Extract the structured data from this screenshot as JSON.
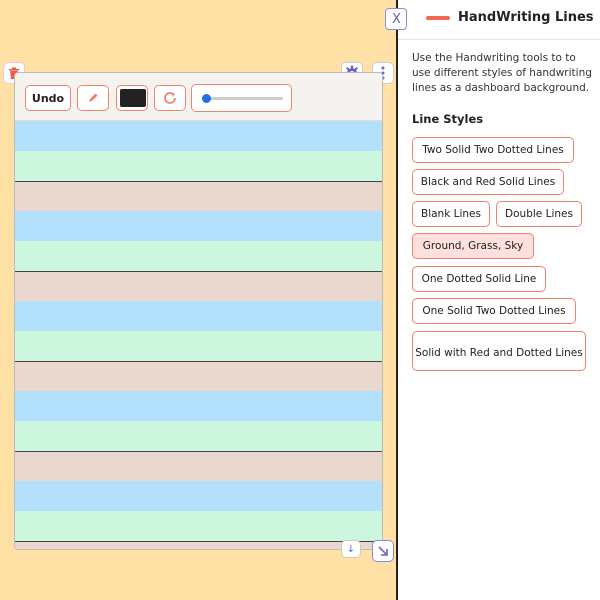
{
  "sidebar": {
    "close_label": "X",
    "title": "HandWriting Lines",
    "description": "Use the Handwriting tools to to use different styles of handwriting lines as a dashboard background.",
    "styles_heading": "Line Styles",
    "styles": [
      {
        "label": "Two Solid Two Dotted Lines",
        "active": false
      },
      {
        "label": "Black and Red Solid Lines",
        "active": false
      },
      {
        "label": "Blank Lines",
        "active": false
      },
      {
        "label": "Double Lines",
        "active": false
      },
      {
        "label": "Ground, Grass, Sky",
        "active": true
      },
      {
        "label": "One Dotted Solid Line",
        "active": false
      },
      {
        "label": "One Solid Two Dotted Lines",
        "active": false
      },
      {
        "label": "Solid with Red and Dotted Lines",
        "active": false
      }
    ]
  },
  "toolbar": {
    "undo_label": "Undo",
    "pen_color": "#222222",
    "size_slider_value": 0.05
  },
  "colors": {
    "background": "#ffe1a6",
    "accent": "#f0684f",
    "sky": "#b3e0fb",
    "grass": "#cdf6df",
    "ground": "#ead8ce"
  },
  "icons": {
    "trash": "trash-icon",
    "pen": "pen-icon",
    "refresh": "refresh-icon",
    "gear": "gear-icon",
    "menu": "kebab-menu-icon",
    "resize": "resize-arrow-icon",
    "move": "move-down-icon"
  }
}
